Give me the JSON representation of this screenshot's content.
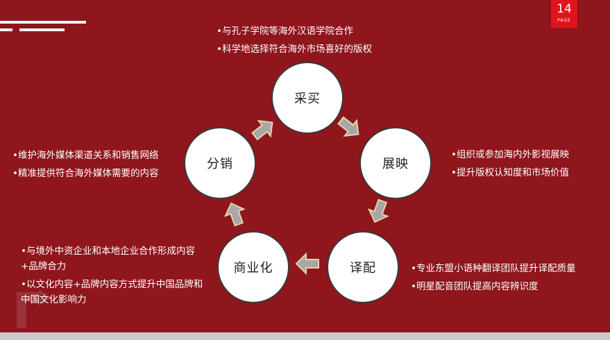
{
  "page": {
    "number": "14",
    "label": "PAGE"
  },
  "cycle": {
    "nodes": [
      {
        "label": "采买"
      },
      {
        "label": "展映"
      },
      {
        "label": "译配"
      },
      {
        "label": "商业化"
      },
      {
        "label": "分销"
      }
    ]
  },
  "bullets": {
    "purchase": [
      "•与孔子学院等海外汉语学院合作",
      "•科学地选择符合海外市场喜好的版权"
    ],
    "screening": [
      "•组织或参加海内外影视展映",
      "•提升版权认知度和市场价值"
    ],
    "dubbing": [
      "•专业东盟小语种翻译团队提升译配质量",
      "•明星配音团队提高内容辨识度"
    ],
    "commercial": [
      "•与境外中资企业和本地企业合作形成内容+品牌合力",
      "•以文化内容+品牌内容方式提升中国品牌和中国文化影响力"
    ],
    "distribution": [
      "•维护海外媒体渠道关系和销售网络",
      "•精准提供符合海外媒体需要的内容"
    ]
  },
  "colors": {
    "background": "#8e161c",
    "badge": "#e0141c",
    "arrow_fill": "#a7a7a7",
    "arrow_stroke": "#e6d3aa",
    "node_fill": "#ffffff"
  },
  "icons": {
    "flow_arrow": "block-arrow-icon",
    "corner_mark": "corner-arrow-icon"
  }
}
